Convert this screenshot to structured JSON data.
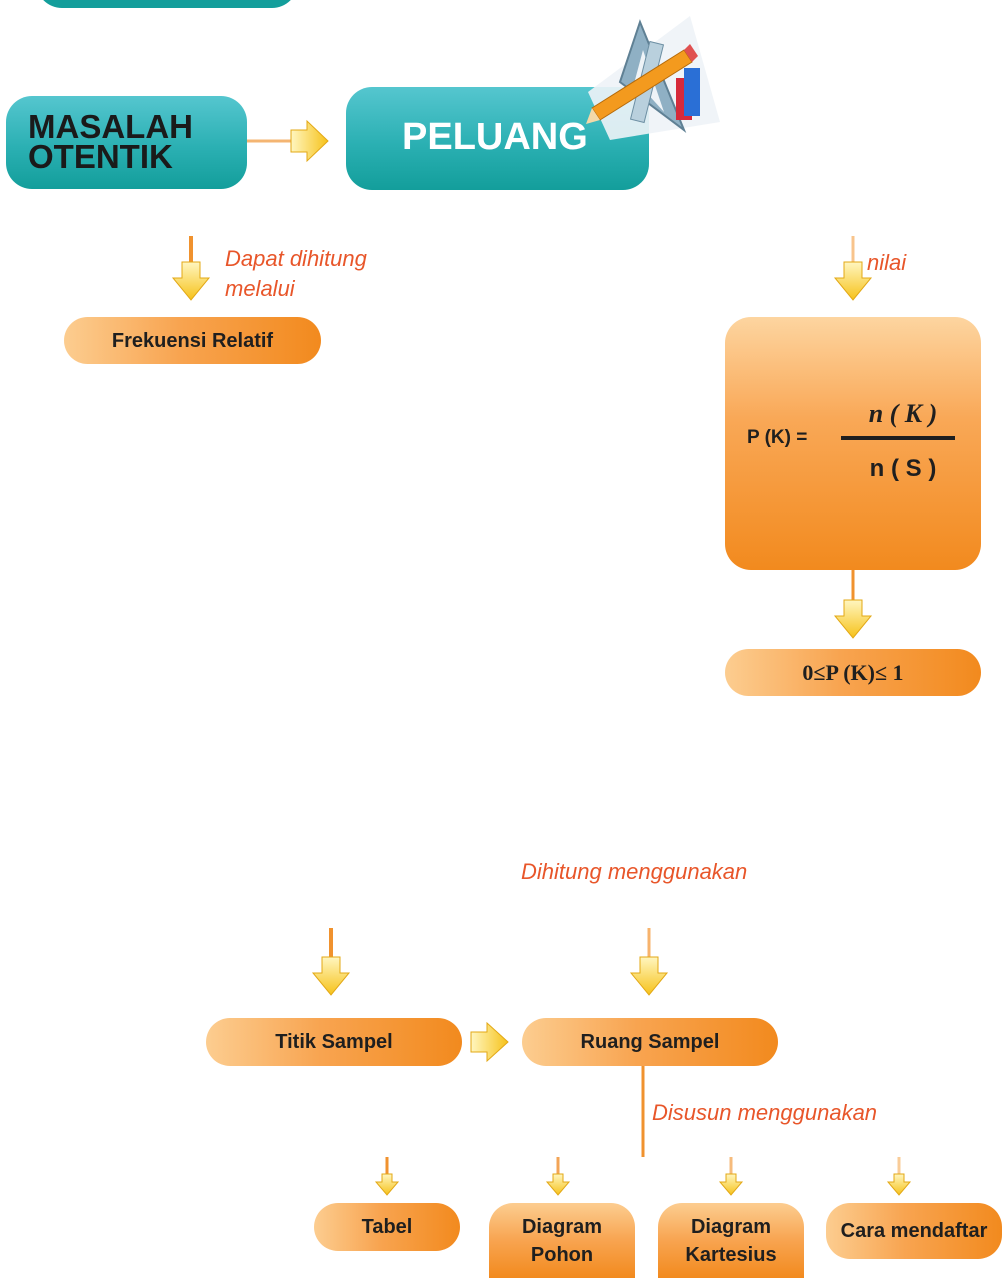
{
  "top_node": {
    "label": "PELUANG"
  },
  "source_node": {
    "line1": "MASALAH",
    "line2": "OTENTIK"
  },
  "left_branch": {
    "edge_label_line1": "Dapat dihitung",
    "edge_label_line2": "melalui",
    "node": "Frekuensi Relatif"
  },
  "right_branch": {
    "edge_label": "nilai",
    "formula": {
      "lhs": "P (K) =",
      "numerator": "n ( K )",
      "denominator": "n ( S )"
    },
    "range": "0≤P (K)≤ 1"
  },
  "center_branch": {
    "edge_label": "Dihitung menggunakan",
    "titik_sampel": "Titik Sampel",
    "ruang_sampel": "Ruang Sampel"
  },
  "bottom_branch": {
    "edge_label": "Disusun menggunakan",
    "nodes": [
      {
        "line1": "Tabel",
        "line2": ""
      },
      {
        "line1": "Diagram",
        "line2": "Pohon"
      },
      {
        "line1": "Diagram",
        "line2": "Kartesius"
      },
      {
        "line1": "Cara mendaftar",
        "line2": ""
      }
    ]
  },
  "colors": {
    "teal": "#139e9b",
    "orange": "#f28a1e",
    "connector": "#f0922e",
    "label_red": "#e8562a"
  },
  "icons": [
    "geometry-tools-icon",
    "arrow-right-icon",
    "arrow-down-icon"
  ]
}
